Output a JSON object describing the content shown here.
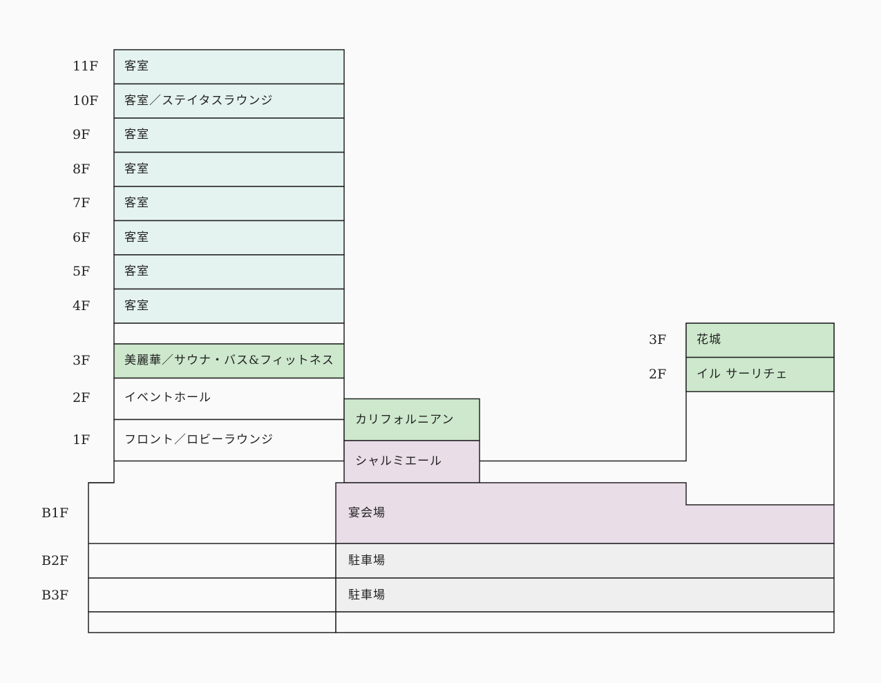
{
  "colors": {
    "guest_room": "#e4f3ef",
    "facility_green": "#cde8cc",
    "banquet": "#e9dde8",
    "parking": "#efefef",
    "blank": "#fafafa",
    "stroke": "#222222"
  },
  "tower": {
    "floors": [
      {
        "label": "11F",
        "room": "客室"
      },
      {
        "label": "10F",
        "room": "客室／ステイタスラウンジ"
      },
      {
        "label": "9F",
        "room": "客室"
      },
      {
        "label": "8F",
        "room": "客室"
      },
      {
        "label": "7F",
        "room": "客室"
      },
      {
        "label": "6F",
        "room": "客室"
      },
      {
        "label": "5F",
        "room": "客室"
      },
      {
        "label": "4F",
        "room": "客室"
      },
      {
        "label": "3F",
        "room": "美麗華／サウナ・バス&フィットネス"
      },
      {
        "label": "2F",
        "room": "イベントホール"
      },
      {
        "label": "1F",
        "room": "フロント／ロビーラウンジ"
      }
    ]
  },
  "middle_wing": {
    "upper": "カリフォルニアン",
    "lower": "シャルミエール"
  },
  "right_wing": {
    "floors": [
      {
        "label": "3F",
        "room": "花城"
      },
      {
        "label": "2F",
        "room": "イル サーリチェ"
      }
    ]
  },
  "basement": {
    "floors": [
      {
        "label": "B1F",
        "room": "宴会場"
      },
      {
        "label": "B2F",
        "room": "駐車場"
      },
      {
        "label": "B3F",
        "room": "駐車場"
      }
    ]
  }
}
